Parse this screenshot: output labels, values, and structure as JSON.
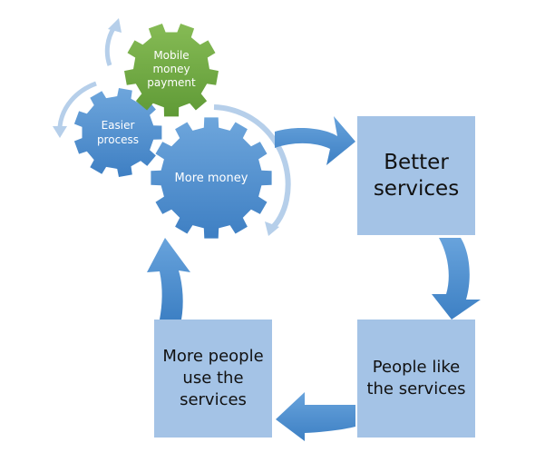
{
  "colors": {
    "box_fill": "#a4c3e6",
    "arrow_blue": "#4a8fd0",
    "gear_blue": "#4f8fcf",
    "gear_green": "#73a744",
    "orbit_arrow": "#aac6e6"
  },
  "gears": {
    "mobile": {
      "label": "Mobile\nmoney\npayment",
      "color": "green"
    },
    "easier": {
      "label": "Easier\nprocess",
      "color": "blue"
    },
    "more_money": {
      "label": "More money",
      "color": "blue"
    }
  },
  "boxes": {
    "better_services": "Better\nservices",
    "people_like": "People like\nthe services",
    "more_people": "More people\nuse the\nservices"
  }
}
